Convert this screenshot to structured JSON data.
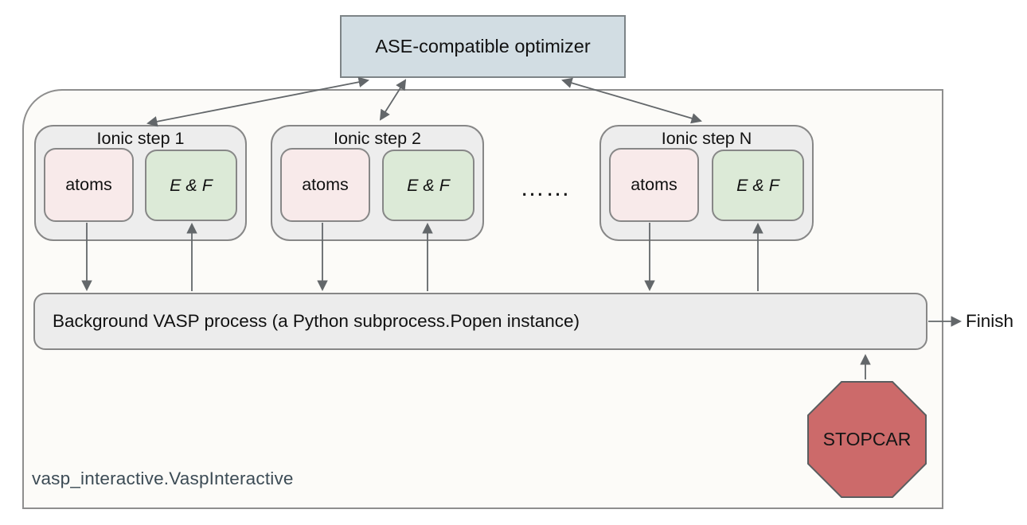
{
  "optimizer": {
    "label": "ASE-compatible optimizer",
    "fill": "#d2dde3"
  },
  "container": {
    "label": "vasp_interactive.VaspInteractive",
    "fill": "#fcfbf8"
  },
  "steps": [
    {
      "title": "Ionic step 1",
      "atoms_label": "atoms",
      "ef_label": "E & F"
    },
    {
      "title": "Ionic step 2",
      "atoms_label": "atoms",
      "ef_label": "E & F"
    },
    {
      "title": "Ionic step N",
      "atoms_label": "atoms",
      "ef_label": "E & F"
    }
  ],
  "ellipsis": "……",
  "process_bar": {
    "label": "Background VASP process (a Python subprocess.Popen instance)",
    "fill": "#ececec"
  },
  "finish": {
    "label": "Finish"
  },
  "stopcar": {
    "label": "STOPCAR",
    "fill": "#cc6a6a"
  },
  "colors": {
    "atoms_fill": "#f8eaea",
    "ef_fill": "#dcead7",
    "step_fill": "#ededed",
    "arrow": "#63676a",
    "container_label_text": "#3c4b55"
  }
}
